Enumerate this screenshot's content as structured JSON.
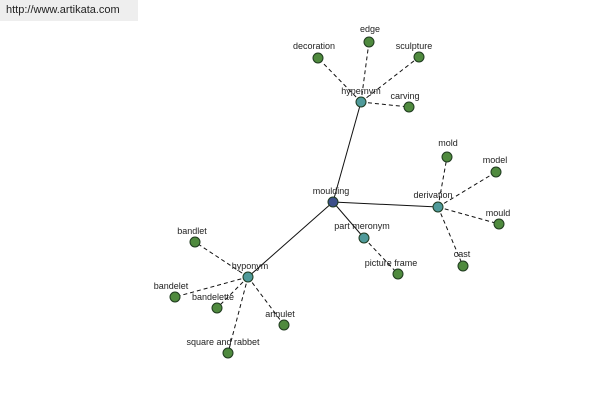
{
  "watermark": "http://www.artikata.com",
  "colors": {
    "center": "#3c4f8a",
    "relation": "#4f9a9a",
    "leaf": "#4f8a3e",
    "edge": "#111111"
  },
  "graph": {
    "nodes": [
      {
        "id": "moulding",
        "label": "moulding",
        "kind": "center"
      },
      {
        "id": "hypernym",
        "label": "hypernym",
        "kind": "relation"
      },
      {
        "id": "derivation",
        "label": "derivation",
        "kind": "relation"
      },
      {
        "id": "part_meronym",
        "label": "part meronym",
        "kind": "relation"
      },
      {
        "id": "hyponym",
        "label": "hyponym",
        "kind": "relation"
      },
      {
        "id": "decoration",
        "label": "decoration",
        "kind": "leaf"
      },
      {
        "id": "edge",
        "label": "edge",
        "kind": "leaf"
      },
      {
        "id": "sculpture",
        "label": "sculpture",
        "kind": "leaf"
      },
      {
        "id": "carving",
        "label": "carving",
        "kind": "leaf"
      },
      {
        "id": "mold",
        "label": "mold",
        "kind": "leaf"
      },
      {
        "id": "model",
        "label": "model",
        "kind": "leaf"
      },
      {
        "id": "mould",
        "label": "mould",
        "kind": "leaf"
      },
      {
        "id": "cast",
        "label": "cast",
        "kind": "leaf"
      },
      {
        "id": "picture_frame",
        "label": "picture frame",
        "kind": "leaf"
      },
      {
        "id": "bandlet",
        "label": "bandlet",
        "kind": "leaf"
      },
      {
        "id": "bandelet",
        "label": "bandelet",
        "kind": "leaf"
      },
      {
        "id": "bandelette",
        "label": "bandelette",
        "kind": "leaf"
      },
      {
        "id": "annulet",
        "label": "annulet",
        "kind": "leaf"
      },
      {
        "id": "square_and_rabbet",
        "label": "square and rabbet",
        "kind": "leaf"
      }
    ],
    "edges": [
      {
        "from": "moulding",
        "to": "hypernym",
        "style": "solid"
      },
      {
        "from": "moulding",
        "to": "derivation",
        "style": "solid"
      },
      {
        "from": "moulding",
        "to": "part_meronym",
        "style": "solid"
      },
      {
        "from": "moulding",
        "to": "hyponym",
        "style": "solid"
      },
      {
        "from": "hypernym",
        "to": "decoration",
        "style": "dashed"
      },
      {
        "from": "hypernym",
        "to": "edge",
        "style": "dashed"
      },
      {
        "from": "hypernym",
        "to": "sculpture",
        "style": "dashed"
      },
      {
        "from": "hypernym",
        "to": "carving",
        "style": "dashed"
      },
      {
        "from": "derivation",
        "to": "mold",
        "style": "dashed"
      },
      {
        "from": "derivation",
        "to": "model",
        "style": "dashed"
      },
      {
        "from": "derivation",
        "to": "mould",
        "style": "dashed"
      },
      {
        "from": "derivation",
        "to": "cast",
        "style": "dashed"
      },
      {
        "from": "part_meronym",
        "to": "picture_frame",
        "style": "dashed"
      },
      {
        "from": "hyponym",
        "to": "bandlet",
        "style": "dashed"
      },
      {
        "from": "hyponym",
        "to": "bandelet",
        "style": "dashed"
      },
      {
        "from": "hyponym",
        "to": "bandelette",
        "style": "dashed"
      },
      {
        "from": "hyponym",
        "to": "annulet",
        "style": "dashed"
      },
      {
        "from": "hyponym",
        "to": "square_and_rabbet",
        "style": "dashed"
      }
    ]
  }
}
